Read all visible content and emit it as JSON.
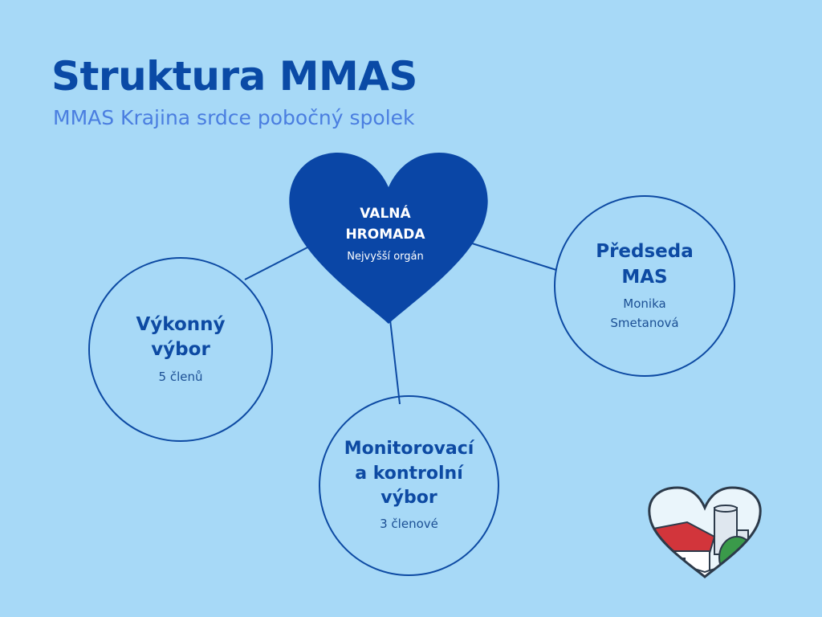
{
  "header": {
    "title": "Struktura MMAS",
    "subtitle": "MMAS Krajina srdce pobočný spolek"
  },
  "nodes": {
    "valna_hromada": {
      "name": "VALNÁ\nHROMADA",
      "description": "Nejvyšší orgán"
    },
    "vykonny_vybor": {
      "name": "Výkonný\nvýbor",
      "description": "5 členů"
    },
    "predseda": {
      "name": "Předseda\nMAS",
      "description": "Monika\nSmetanová"
    },
    "monitorovaci_vybor": {
      "name": "Monitorovací\na kontrolní\nvýbor",
      "description": "3 členové"
    }
  },
  "colors": {
    "background": "#a7d9f7",
    "primary": "#0a4aa6",
    "heart": "#0a46a6",
    "subtitle": "#4a7ee0"
  },
  "logo": {
    "icon": "heart-landscape-logo"
  }
}
